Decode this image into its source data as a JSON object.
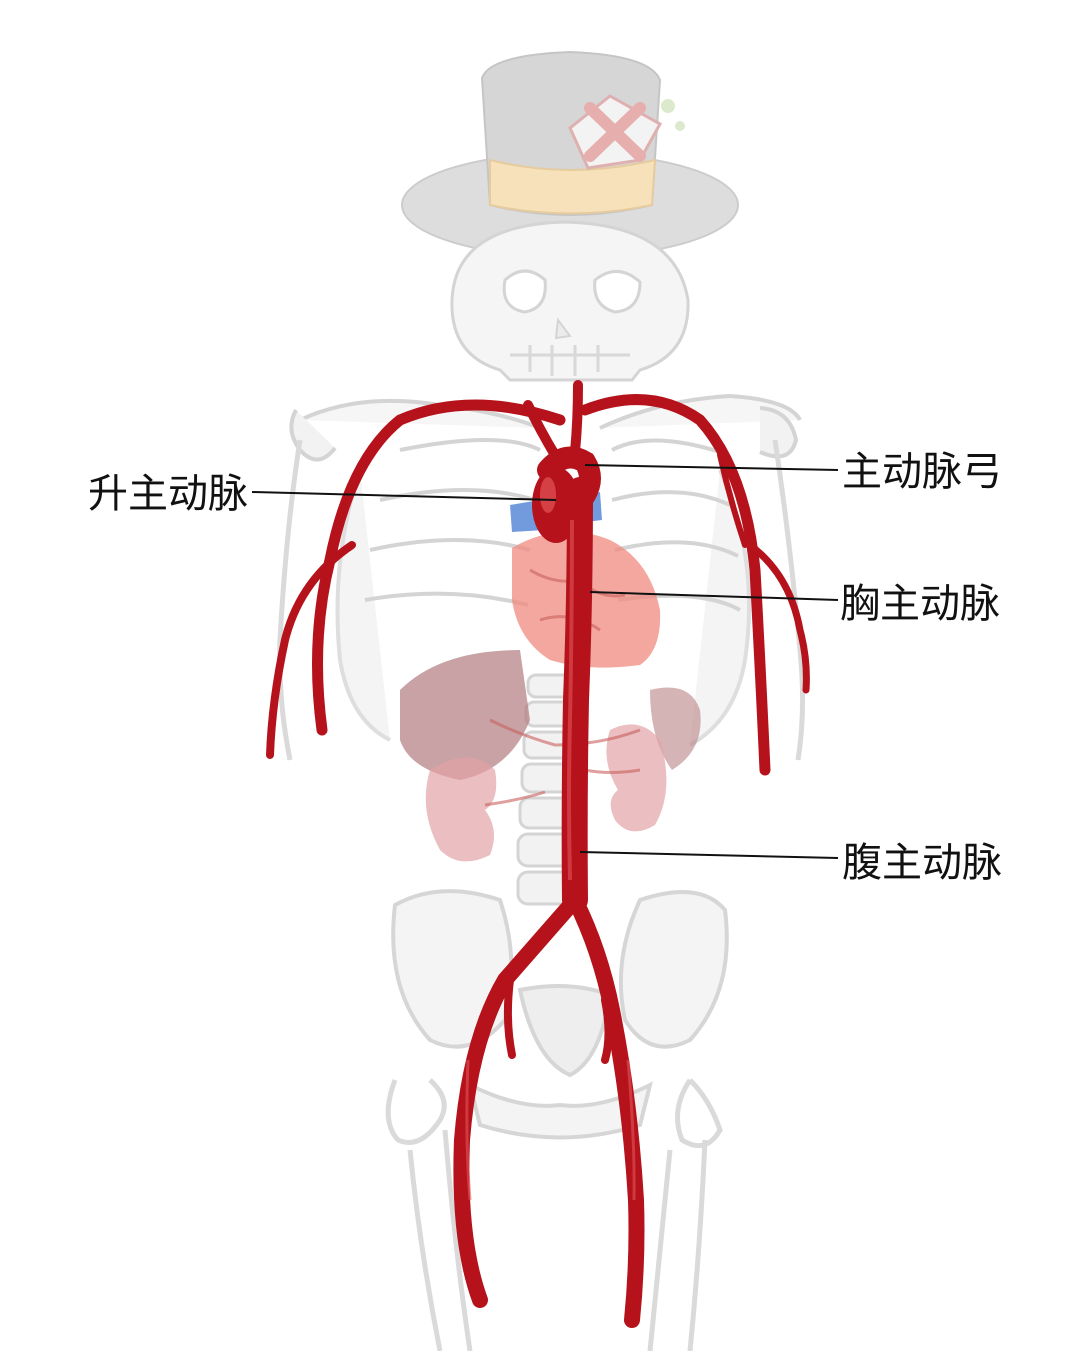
{
  "labels": {
    "ascending_aorta": "升主动脉",
    "aortic_arch": "主动脉弓",
    "thoracic_aorta": "胸主动脉",
    "abdominal_aorta": "腹主动脉"
  },
  "colors": {
    "artery": "#b5121b",
    "artery_highlight": "#e2545a",
    "bone_fill": "#f4f4f4",
    "bone_stroke": "#d2d2d2",
    "heart": "#f08a7e",
    "kidney": "#e3a2a7",
    "liver": "#b07a7d",
    "vena_cava": "#4f82d6",
    "hat": "#d6d6d6",
    "hat_band": "#f7d9a8",
    "leader_line": "#111111"
  },
  "icons": {
    "hat": "top-hat-with-cross-badge",
    "skeleton": "skeleton-icon"
  }
}
